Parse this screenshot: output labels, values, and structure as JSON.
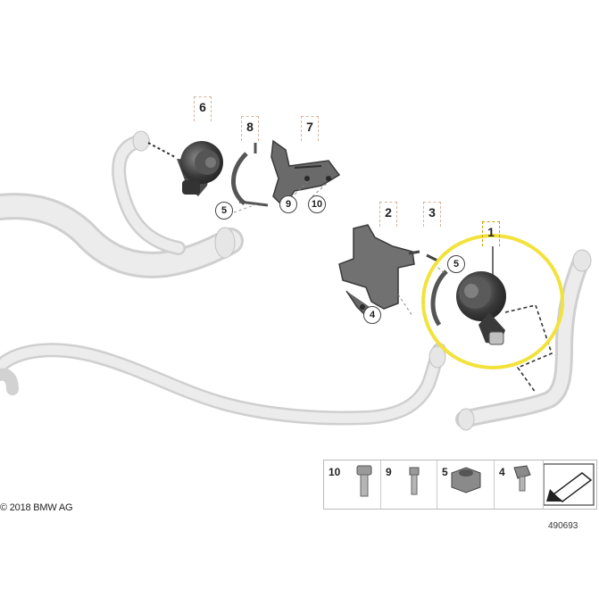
{
  "callouts": {
    "c1": "1",
    "c2": "2",
    "c3": "3",
    "c6": "6",
    "c7": "7",
    "c8": "8",
    "r5a": "5",
    "r9": "9",
    "r10": "10",
    "r5b": "5",
    "r4": "4"
  },
  "legend": {
    "l10": "10",
    "l9": "9",
    "l5": "5",
    "l4": "4"
  },
  "footer": {
    "copyright": "© 2018 BMW AG",
    "doc_number": "490693"
  },
  "colors": {
    "highlight": "#f2e23c",
    "hose": "#e4e4e4",
    "part": "#3c3c3c",
    "leader": "#d7b49a"
  }
}
